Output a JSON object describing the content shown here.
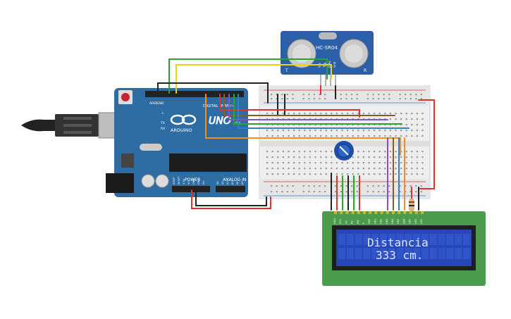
{
  "sensor": {
    "model": "HC-SR04",
    "pin_labels": [
      "Vcc",
      "Trig",
      "Echo",
      "Gnd"
    ],
    "side_left": "T",
    "side_right": "R"
  },
  "arduino": {
    "brand": "ARDUINO",
    "model": "UNO",
    "digital_label": "DIGITAL (PWM~)",
    "power_label": "POWER",
    "analog_label": "ANALOG IN",
    "aref": "AREF",
    "gnd": "GND",
    "power_pins": [
      "IOREF",
      "RESET",
      "3.3V",
      "5V",
      "GND",
      "GND",
      "Vin"
    ],
    "analog_pins": [
      "A0",
      "A1",
      "A2",
      "A3",
      "A4",
      "A5"
    ],
    "tx": "TX",
    "rx": "RX",
    "led_l": "L",
    "on": "ON"
  },
  "lcd": {
    "line1": "Distancia",
    "line2": "333 cm.",
    "pins": [
      "GND",
      "VCC",
      "V0",
      "RS",
      "RW",
      "E",
      "DB0",
      "DB1",
      "DB2",
      "DB3",
      "DB4",
      "DB5",
      "DB6",
      "DB7",
      "LED",
      "LED"
    ]
  },
  "colors": {
    "arduino_board": "#2e6da4",
    "breadboard": "#eeeeee",
    "lcd_pcb": "#4d9b4d",
    "lcd_screen": "#2747b8",
    "sensor_pcb": "#2b5fa8",
    "wire_red": "#e03030",
    "wire_black": "#222222",
    "wire_green": "#2aa52a",
    "wire_yellow": "#e8d21a",
    "wire_orange": "#f0901e",
    "wire_blue": "#2d7fd0",
    "wire_purple": "#8c4fc2",
    "wire_brown": "#8b5a2b"
  }
}
